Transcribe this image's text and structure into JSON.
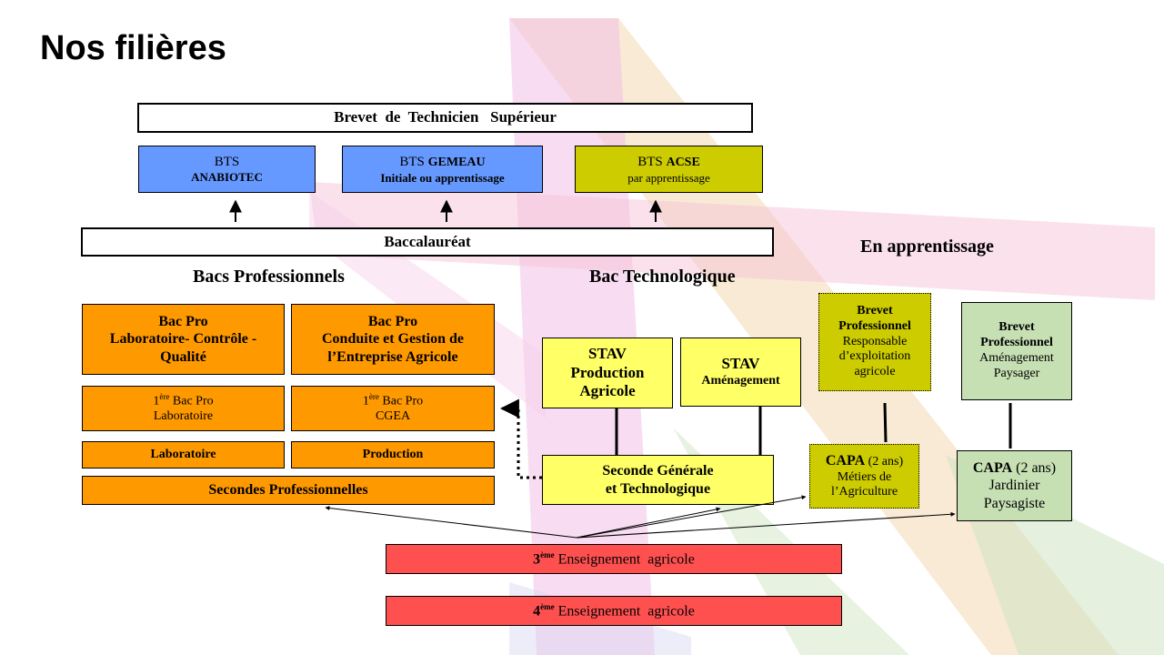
{
  "slide": {
    "title": "Nos filières"
  },
  "bts": {
    "header": "Brevet  de  Technicien   Supérieur",
    "anabiotec": {
      "line1": "BTS",
      "line2": "ANABIOTEC"
    },
    "gemeau": {
      "prefix": "BTS ",
      "name": "GEMEAU",
      "line2": "Initiale ou apprentissage"
    },
    "acse": {
      "prefix": "BTS ",
      "name": "ACSE",
      "line2": "par apprentissage"
    }
  },
  "bac": {
    "label": "Baccalauréat",
    "pro_heading": "Bacs Professionnels",
    "techno_heading": "Bac Technologique"
  },
  "bac_pro_lcq": {
    "line1": "Bac Pro",
    "line2": "Laboratoire- Contrôle -",
    "line3": "Qualité"
  },
  "bac_pro_cgea": {
    "line1": "Bac Pro",
    "line2": "Conduite et Gestion de",
    "line3": "l’Entreprise Agricole"
  },
  "premiere_labo": {
    "sup": "ère",
    "prefix": "1",
    "rest": " Bac Pro",
    "line2": "Laboratoire"
  },
  "premiere_cgea": {
    "sup": "ère",
    "prefix": "1",
    "rest": " Bac Pro",
    "line2": "CGEA"
  },
  "seconde_labo": "Laboratoire",
  "seconde_prod": "Production",
  "secondes_pro": "Secondes Professionnelles",
  "stav_prod": {
    "line1": "STAV",
    "line2": "Production",
    "line3": "Agricole"
  },
  "stav_amen": {
    "line1": "STAV",
    "line2": "Aménagement"
  },
  "seconde_gt": {
    "line1": "Seconde Générale",
    "line2": "et Technologique"
  },
  "apprentissage": {
    "heading": "En apprentissage",
    "bp_resp": {
      "line1": "Brevet",
      "line2": "Professionnel",
      "line3": "Responsable",
      "line4": "d’exploitation",
      "line5": "agricole"
    },
    "bp_amen": {
      "line1": "Brevet",
      "line2": "Professionnel",
      "line3": "Aménagement",
      "line4": "Paysager"
    },
    "capa_metiers": {
      "name": "CAPA",
      "duration": " (2 ans)",
      "line2": "Métiers de",
      "line3": "l’Agriculture"
    },
    "capa_jardinier": {
      "name": "CAPA",
      "duration": " (2 ans)",
      "line2": "Jardinier",
      "line3": "Paysagiste"
    }
  },
  "troisieme": {
    "num": "3",
    "sup": "ème",
    "rest": " Enseignement  agricole"
  },
  "quatrieme": {
    "num": "4",
    "sup": "ème",
    "rest": " Enseignement  agricole"
  },
  "colors": {
    "blue": "#6699ff",
    "olive": "#cccc00",
    "orange": "#ff9900",
    "yellow": "#ffff66",
    "green": "#c6e0b4",
    "red": "#ff5050"
  }
}
